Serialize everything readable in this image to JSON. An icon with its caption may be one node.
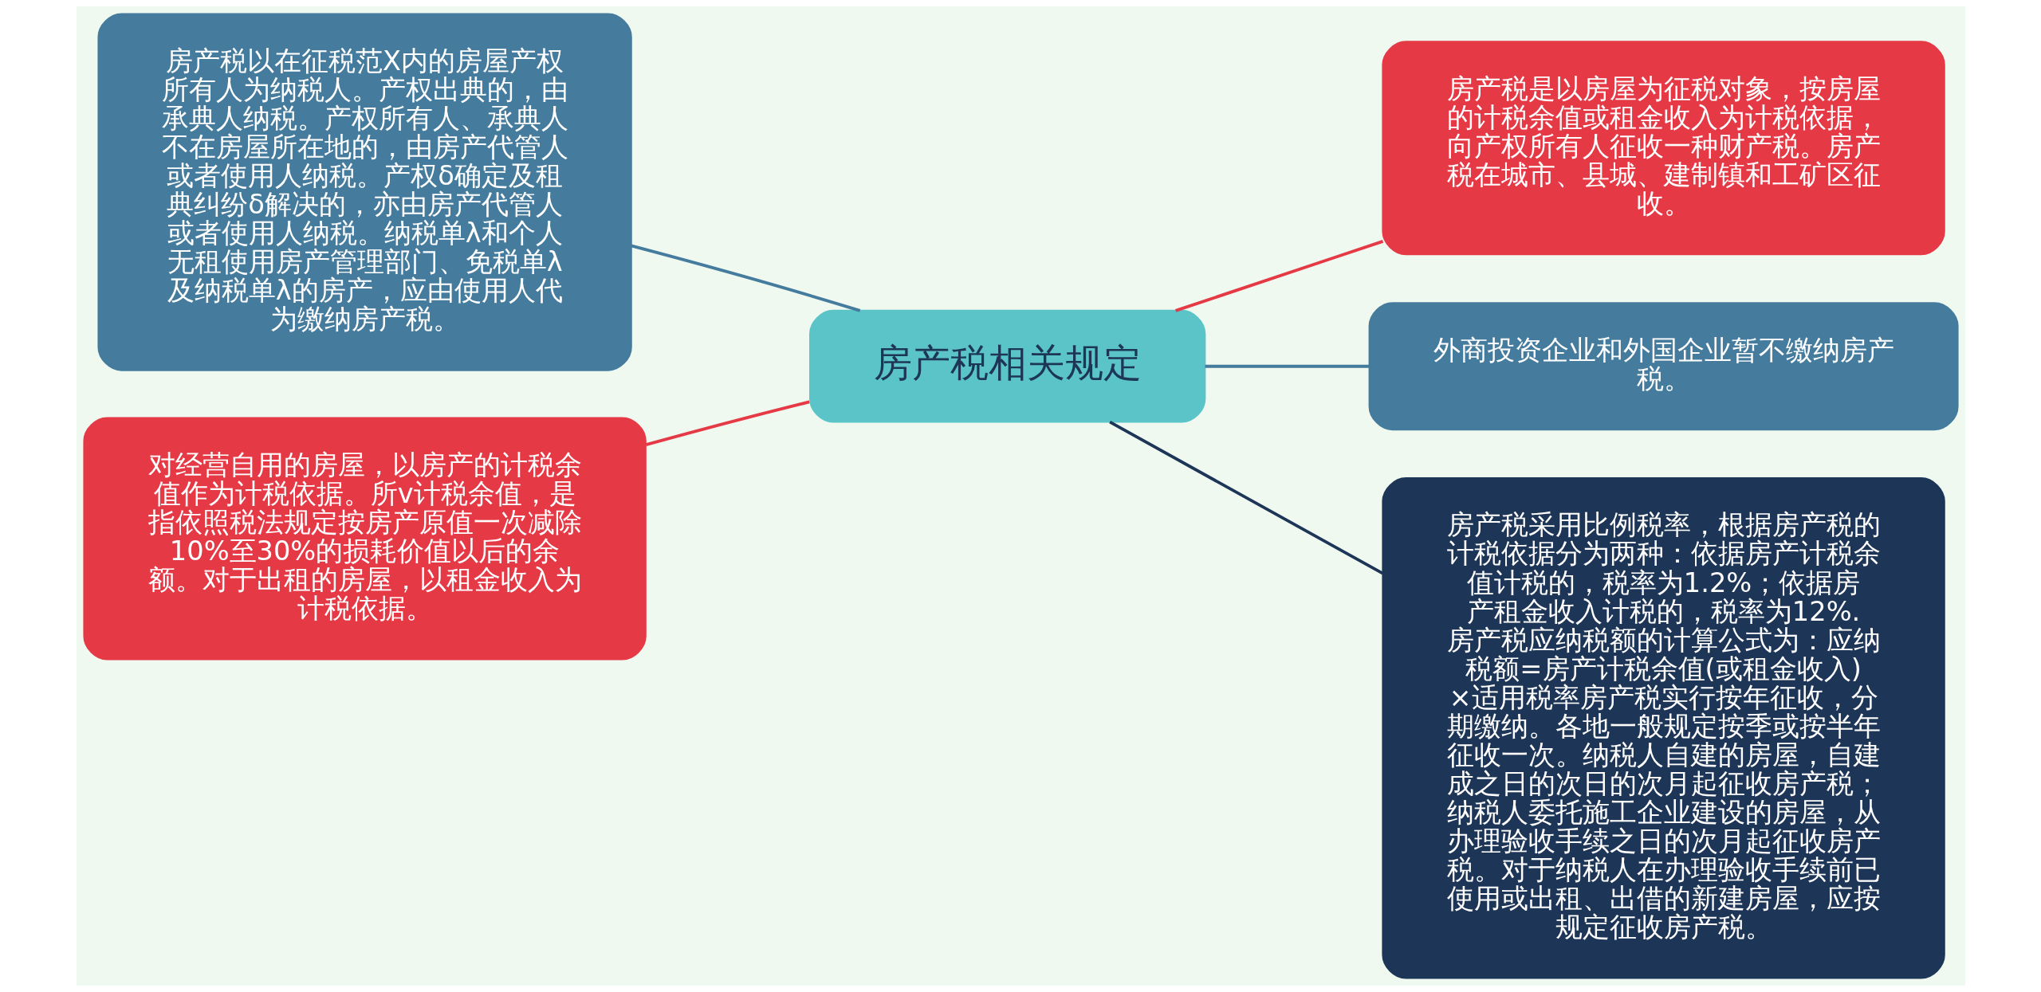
{
  "diagram": {
    "nodes": [
      {
        "text": [
          "房产税相关规定"
        ]
      },
      {
        "text": [
          "房产税以在征税范X内的房屋产权所有人为纳税人。产权出典的，由承典人纳税。产权所有人、承典人不在房屋所在地的，由房产代管人或者使用人纳税。产权δ确定及租典纠纷δ解决的，亦由房产代管人或者使用人纳税。纳税单λ和个人无租使用房产管理部门、免税单λ及纳税单λ的房产，应由使用人代为缴纳房产税。"
        ]
      },
      {
        "text": [
          "对经营自用的房屋，以房产的计税余值作为计税依据。所v计税余值，是指依照税法规定按房产原值一次减除10%至30%的损耗价值以后的余额。对于出租的房屋，以租金收入为计税依据。"
        ]
      },
      {
        "text": [
          "房产税是以房屋为征税对象，按房屋的计税余值或租金收入为计税依据，向产权所有人征收一种财产税。房产税在城市、县城、建制镇和工矿区征收。"
        ]
      },
      {
        "text": [
          "外商投资企业和外国企业暂不缴纳房产税。"
        ]
      },
      {
        "text": [
          "房产税采用比例税率，根据房产税的计税依据分为两种：依据房产计税余值计税的，税率为1.2%；依据房产租金收入计税的，税率为12%.房产税应纳税额的计算公式为：应纳税额=房产计税余值(或租金收入)×适用税率房产税实行按年征收，分期缴纳。各地一般规定按季或按半年征收一次。纳税人自建的房屋，自建成之日的次日的次月起征收房产税；纳税人委托施工企业建设的房屋，从办理验收手续之日的次月起征收房产税。对于纳税人在办理验收手续前已使用或出租、出借的新建房屋，应按规定征收房产税。"
        ]
      }
    ],
    "edges": [
      {
        "from": 0,
        "to": 1,
        "arrow": "none",
        "color": "#457b9d"
      },
      {
        "from": 0,
        "to": 2,
        "arrow": "none",
        "color": "#e63946"
      },
      {
        "from": 0,
        "to": 3,
        "arrow": "none",
        "color": "#e63946"
      },
      {
        "from": 0,
        "to": 4,
        "arrow": "none",
        "color": "#457b9d"
      },
      {
        "from": 0,
        "to": 5,
        "arrow": "none",
        "color": "#1d3557"
      }
    ]
  }
}
